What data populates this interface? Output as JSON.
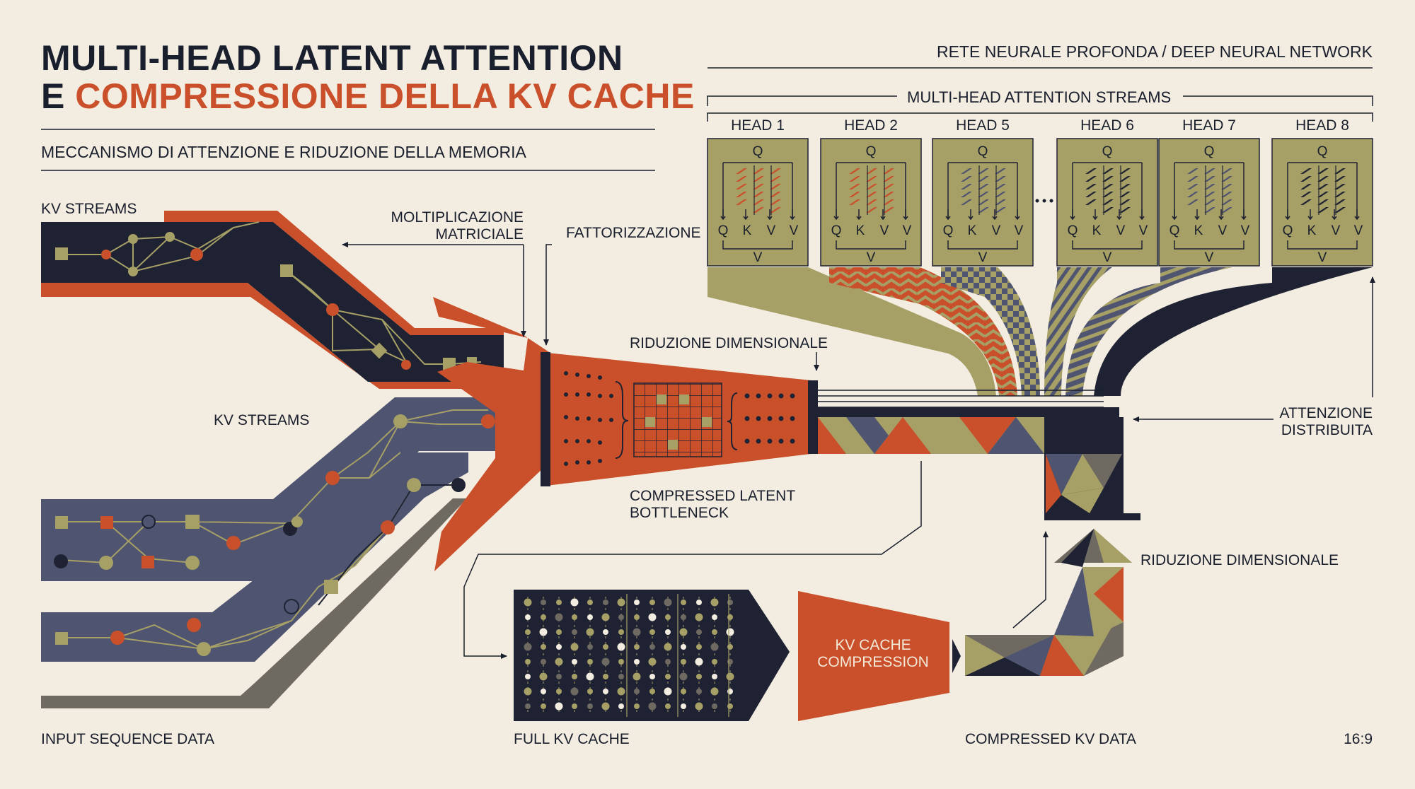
{
  "title": {
    "line1": "MULTI-HEAD LATENT ATTENTION",
    "line2_prefix": "E ",
    "line2_accent": "COMPRESSIONE DELLA KV CACHE"
  },
  "subtitle": "MECCANISMO DI ATTENZIONE E RIDUZIONE DELLA MEMORIA",
  "network_label": "RETE NEURALE PROFONDA / DEEP NEURAL NETWORK",
  "streams_header": "MULTI-HEAD ATTENTION STREAMS",
  "heads": [
    "HEAD 1",
    "HEAD 2",
    "HEAD 5",
    "HEAD 6",
    "HEAD 7",
    "HEAD 8"
  ],
  "head_ellipsis": "...",
  "head_letters": {
    "q": "Q",
    "k": "K",
    "v": "V"
  },
  "labels": {
    "kv_streams_top": "KV STREAMS",
    "kv_streams_mid": "KV STREAMS",
    "moltiplicazione_1": "MOLTIPLICAZIONE",
    "moltiplicazione_2": "MATRICIALE",
    "fattorizzazione": "FATTORIZZAZIONE",
    "riduzione_top": "RIDUZIONE DIMENSIONALE",
    "bottleneck_1": "COMPRESSED LATENT",
    "bottleneck_2": "BOTTLENECK",
    "attenzione_1": "ATTENZIONE",
    "attenzione_2": "DISTRIBUITA",
    "riduzione_right": "RIDUZIONE DIMENSIONALE",
    "kv_compression_1": "KV CACHE",
    "kv_compression_2": "COMPRESSION",
    "input_sequence": "INPUT SEQUENCE DATA",
    "full_kv_cache": "FULL KV CACHE",
    "compressed_kv_data": "COMPRESSED KV DATA",
    "aspect": "16:9"
  },
  "colors": {
    "background": "#f3ece0",
    "navy": "#1e2233",
    "slate": "#4f5571",
    "orange": "#c9502a",
    "olive": "#a69f66",
    "ink": "#1a1f2e"
  }
}
